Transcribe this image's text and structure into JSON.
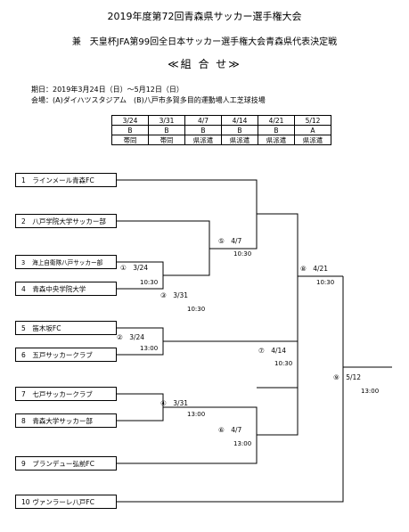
{
  "header": {
    "title": "2019年度第72回青森県サッカー選手権大会",
    "subtitle": "兼　天皇杯JFA第99回全日本サッカー選手権大会青森県代表決定戦",
    "heading": "≪組 合 せ≫"
  },
  "info": {
    "period": "期日：2019年3月24日（日）～5月12日（日）",
    "venue": "会場：(A)ダイハツスタジアム　(B)八戸市多賀多目的運動場人工芝球技場"
  },
  "schedule": {
    "dates": [
      "3/24",
      "3/31",
      "4/7",
      "4/14",
      "4/21",
      "5/12"
    ],
    "venues": [
      "B",
      "B",
      "B",
      "B",
      "B",
      "A"
    ],
    "notes": [
      "帯同",
      "帯同",
      "県派遣",
      "県派遣",
      "県派遣",
      "県派遣"
    ]
  },
  "teams": [
    {
      "num": "1",
      "name": "ラインメール青森FC"
    },
    {
      "num": "2",
      "name": "八戸学院大学サッカー部"
    },
    {
      "num": "3",
      "name": "海上自衛隊八戸サッカー部"
    },
    {
      "num": "4",
      "name": "青森中央学院大学"
    },
    {
      "num": "5",
      "name": "笛木坂FC"
    },
    {
      "num": "6",
      "name": "五戸サッカークラブ"
    },
    {
      "num": "7",
      "name": "七戸サッカークラブ"
    },
    {
      "num": "8",
      "name": "青森大学サッカー部"
    },
    {
      "num": "9",
      "name": "ブランデュー弘前FC"
    },
    {
      "num": "10",
      "name": "ヴァンラーレ八戸FC"
    }
  ],
  "matches": [
    {
      "label": "①　3/24",
      "time": "10:30"
    },
    {
      "label": "②　3/24",
      "time": "13:00"
    },
    {
      "label": "③　3/31",
      "time": "10:30"
    },
    {
      "label": "④　3/31",
      "time": "13:00"
    },
    {
      "label": "⑤　4/7",
      "time": "10:30"
    },
    {
      "label": "⑥　4/7",
      "time": "13:00"
    },
    {
      "label": "⑦　4/14",
      "time": "10:30"
    },
    {
      "label": "⑧　4/21",
      "time": "10:30"
    },
    {
      "label": "⑨　5/12",
      "time": "13:00"
    }
  ]
}
